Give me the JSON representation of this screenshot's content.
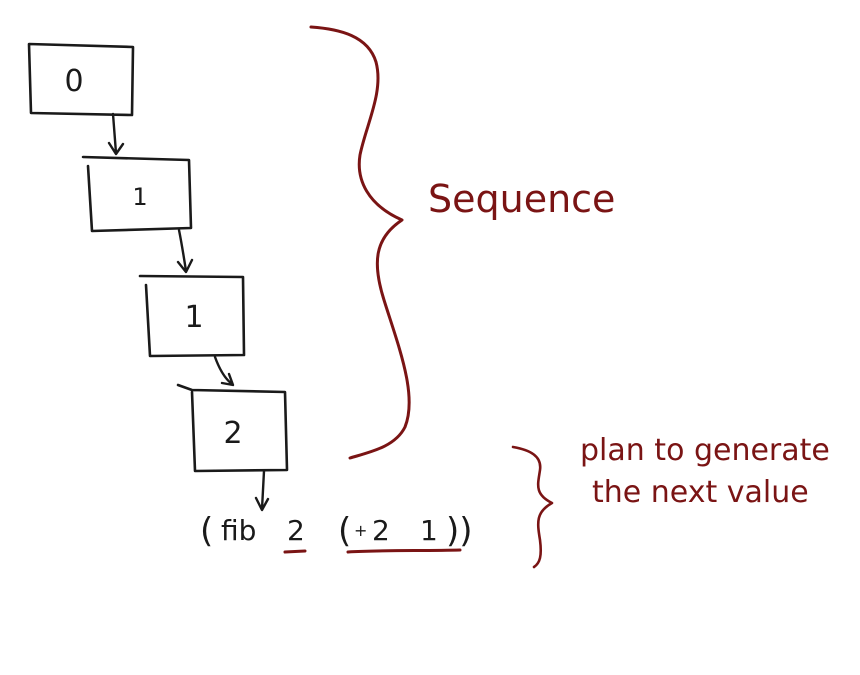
{
  "colors": {
    "black_ink": "#1a1a1a",
    "red_ink": "#7a1414",
    "background": "#ffffff"
  },
  "nodes": [
    {
      "value": "0"
    },
    {
      "value": "1"
    },
    {
      "value": "1"
    },
    {
      "value": "2"
    }
  ],
  "expression": {
    "open_paren": "(",
    "fn": "fib",
    "arg1": "2",
    "arg2_open": "(",
    "arg2_op": "+",
    "arg2_a": "2",
    "arg2_b": "1",
    "close_parens": "))"
  },
  "labels": {
    "sequence": "Sequence",
    "plan_line1": "plan to generate",
    "plan_line2": "the next value"
  }
}
